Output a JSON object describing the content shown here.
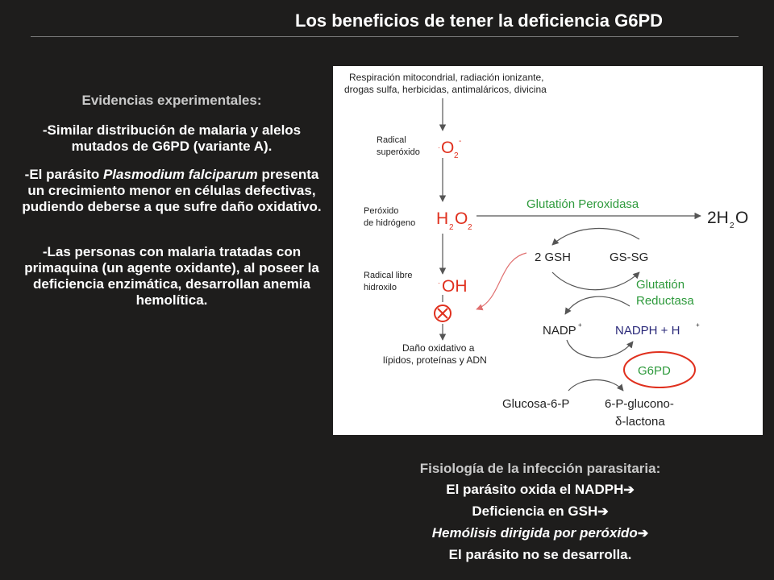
{
  "slide": {
    "title": "Los beneficios de tener la deficiencia G6PD"
  },
  "evidence": {
    "heading": "Evidencias experimentales:",
    "items": [
      {
        "text": "-Similar distribución de malaria y alelos mutados de G6PD (variante A)."
      },
      {
        "before": "-El parásito ",
        "italic": "Plasmodium falciparum",
        "after": " presenta un crecimiento menor en células defectivas, pudiendo deberse a que sufre daño oxidativo."
      },
      {
        "text": "-Las personas con malaria tratadas con primaquina (un agente oxidante), al poseer la deficiencia enzimática, desarrollan anemia hemolítica."
      }
    ]
  },
  "diagram": {
    "top_line1": "Respiración mitocondrial, radiación ionizante,",
    "top_line2": "drogas sulfa, herbicidas, antimaláricos, divicina",
    "radical_superoxido_1": "Radical",
    "radical_superoxido_2": "superóxido",
    "peroxido_1": "Peróxido",
    "peroxido_2": "de hidrógeno",
    "hidroxilo_1": "Radical libre",
    "hidroxilo_2": "hidroxilo",
    "dano_1": "Daño oxidativo a",
    "dano_2": "lípidos, proteínas y ADN",
    "glutation_peroxidasa": "Glutatión Peroxidasa",
    "gsh": "2 GSH",
    "gssg": "GS-SG",
    "glutation_reductasa_1": "Glutatión",
    "glutation_reductasa_2": "Reductasa",
    "nadp": "NADP",
    "nadph": "NADPH + H",
    "g6pd": "G6PD",
    "glucosa": "Glucosa-6-P",
    "glucono_1": "6-P-glucono-",
    "glucono_2": "δ-lactona",
    "colors": {
      "red": "#e0301e",
      "green": "#2e9a3c",
      "navy": "#2b2a7a",
      "grey": "#6a6a6a"
    }
  },
  "physiology": {
    "heading": "Fisiología de la infección parasitaria:",
    "line1": "El parásito oxida el NADPH",
    "line2": "Deficiencia en GSH",
    "line3": "Hemólisis dirigida por peróxido",
    "line4": "El parásito no se desarrolla.",
    "arrow_icon": "➔"
  }
}
